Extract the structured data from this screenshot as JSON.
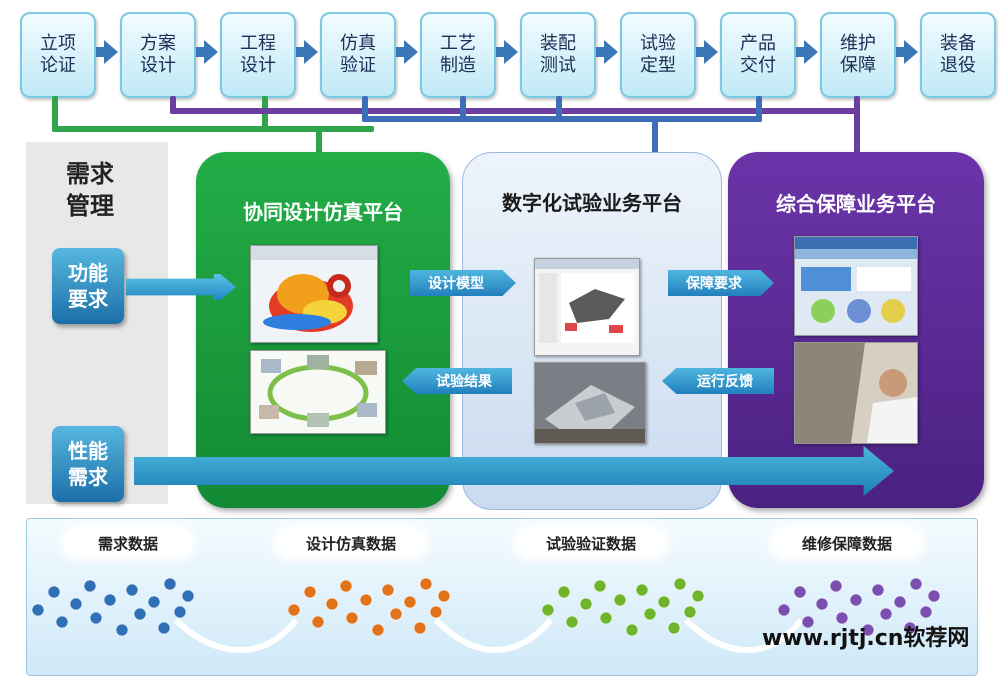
{
  "stages": [
    {
      "label": "立项论证"
    },
    {
      "label": "方案设计"
    },
    {
      "label": "工程设计"
    },
    {
      "label": "仿真验证"
    },
    {
      "label": "工艺制造"
    },
    {
      "label": "装配测试"
    },
    {
      "label": "试验定型"
    },
    {
      "label": "产品交付"
    },
    {
      "label": "维护保障"
    },
    {
      "label": "装备退役"
    }
  ],
  "demand": {
    "title": "需求管理",
    "functional": "功能要求",
    "performance": "性能需求"
  },
  "platforms": {
    "design": {
      "title": "协同设计仿真平台",
      "color": "#1c9a3f"
    },
    "test": {
      "title": "数字化试验业务平台",
      "color": "#dce8f6"
    },
    "support": {
      "title": "综合保障业务平台",
      "color": "#5b2a95"
    }
  },
  "flows": {
    "design_model": "设计模型",
    "test_result": "试验结果",
    "support_req": "保障要求",
    "feedback": "运行反馈"
  },
  "data_groups": [
    {
      "label": "需求数据",
      "color": "#2e6fb6"
    },
    {
      "label": "设计仿真数据",
      "color": "#e0741d"
    },
    {
      "label": "试验验证数据",
      "color": "#6fb52c"
    },
    {
      "label": "维修保障数据",
      "color": "#7a4fb0"
    }
  ],
  "watermark": "www.rjtj.cn软荐网"
}
